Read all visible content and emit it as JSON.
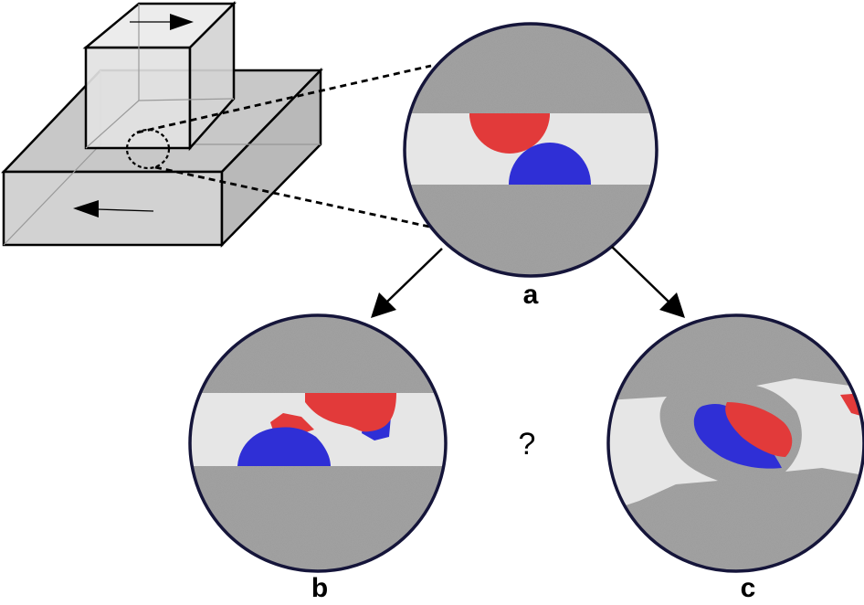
{
  "labels": {
    "a": "a",
    "b": "b",
    "c": "c",
    "question": "?"
  },
  "colors": {
    "background": "#ffffff",
    "circle_outline": "#15153a",
    "solid_gray": "#a4a4a4",
    "gap_light": "#e6e6e6",
    "particle_red": "#e03535",
    "particle_blue": "#3030d8",
    "block_face": "#d6d6d6",
    "block_top": "#c4c4c4",
    "block_side": "#b8b8b8",
    "cube_face": "#e4e4e4"
  }
}
